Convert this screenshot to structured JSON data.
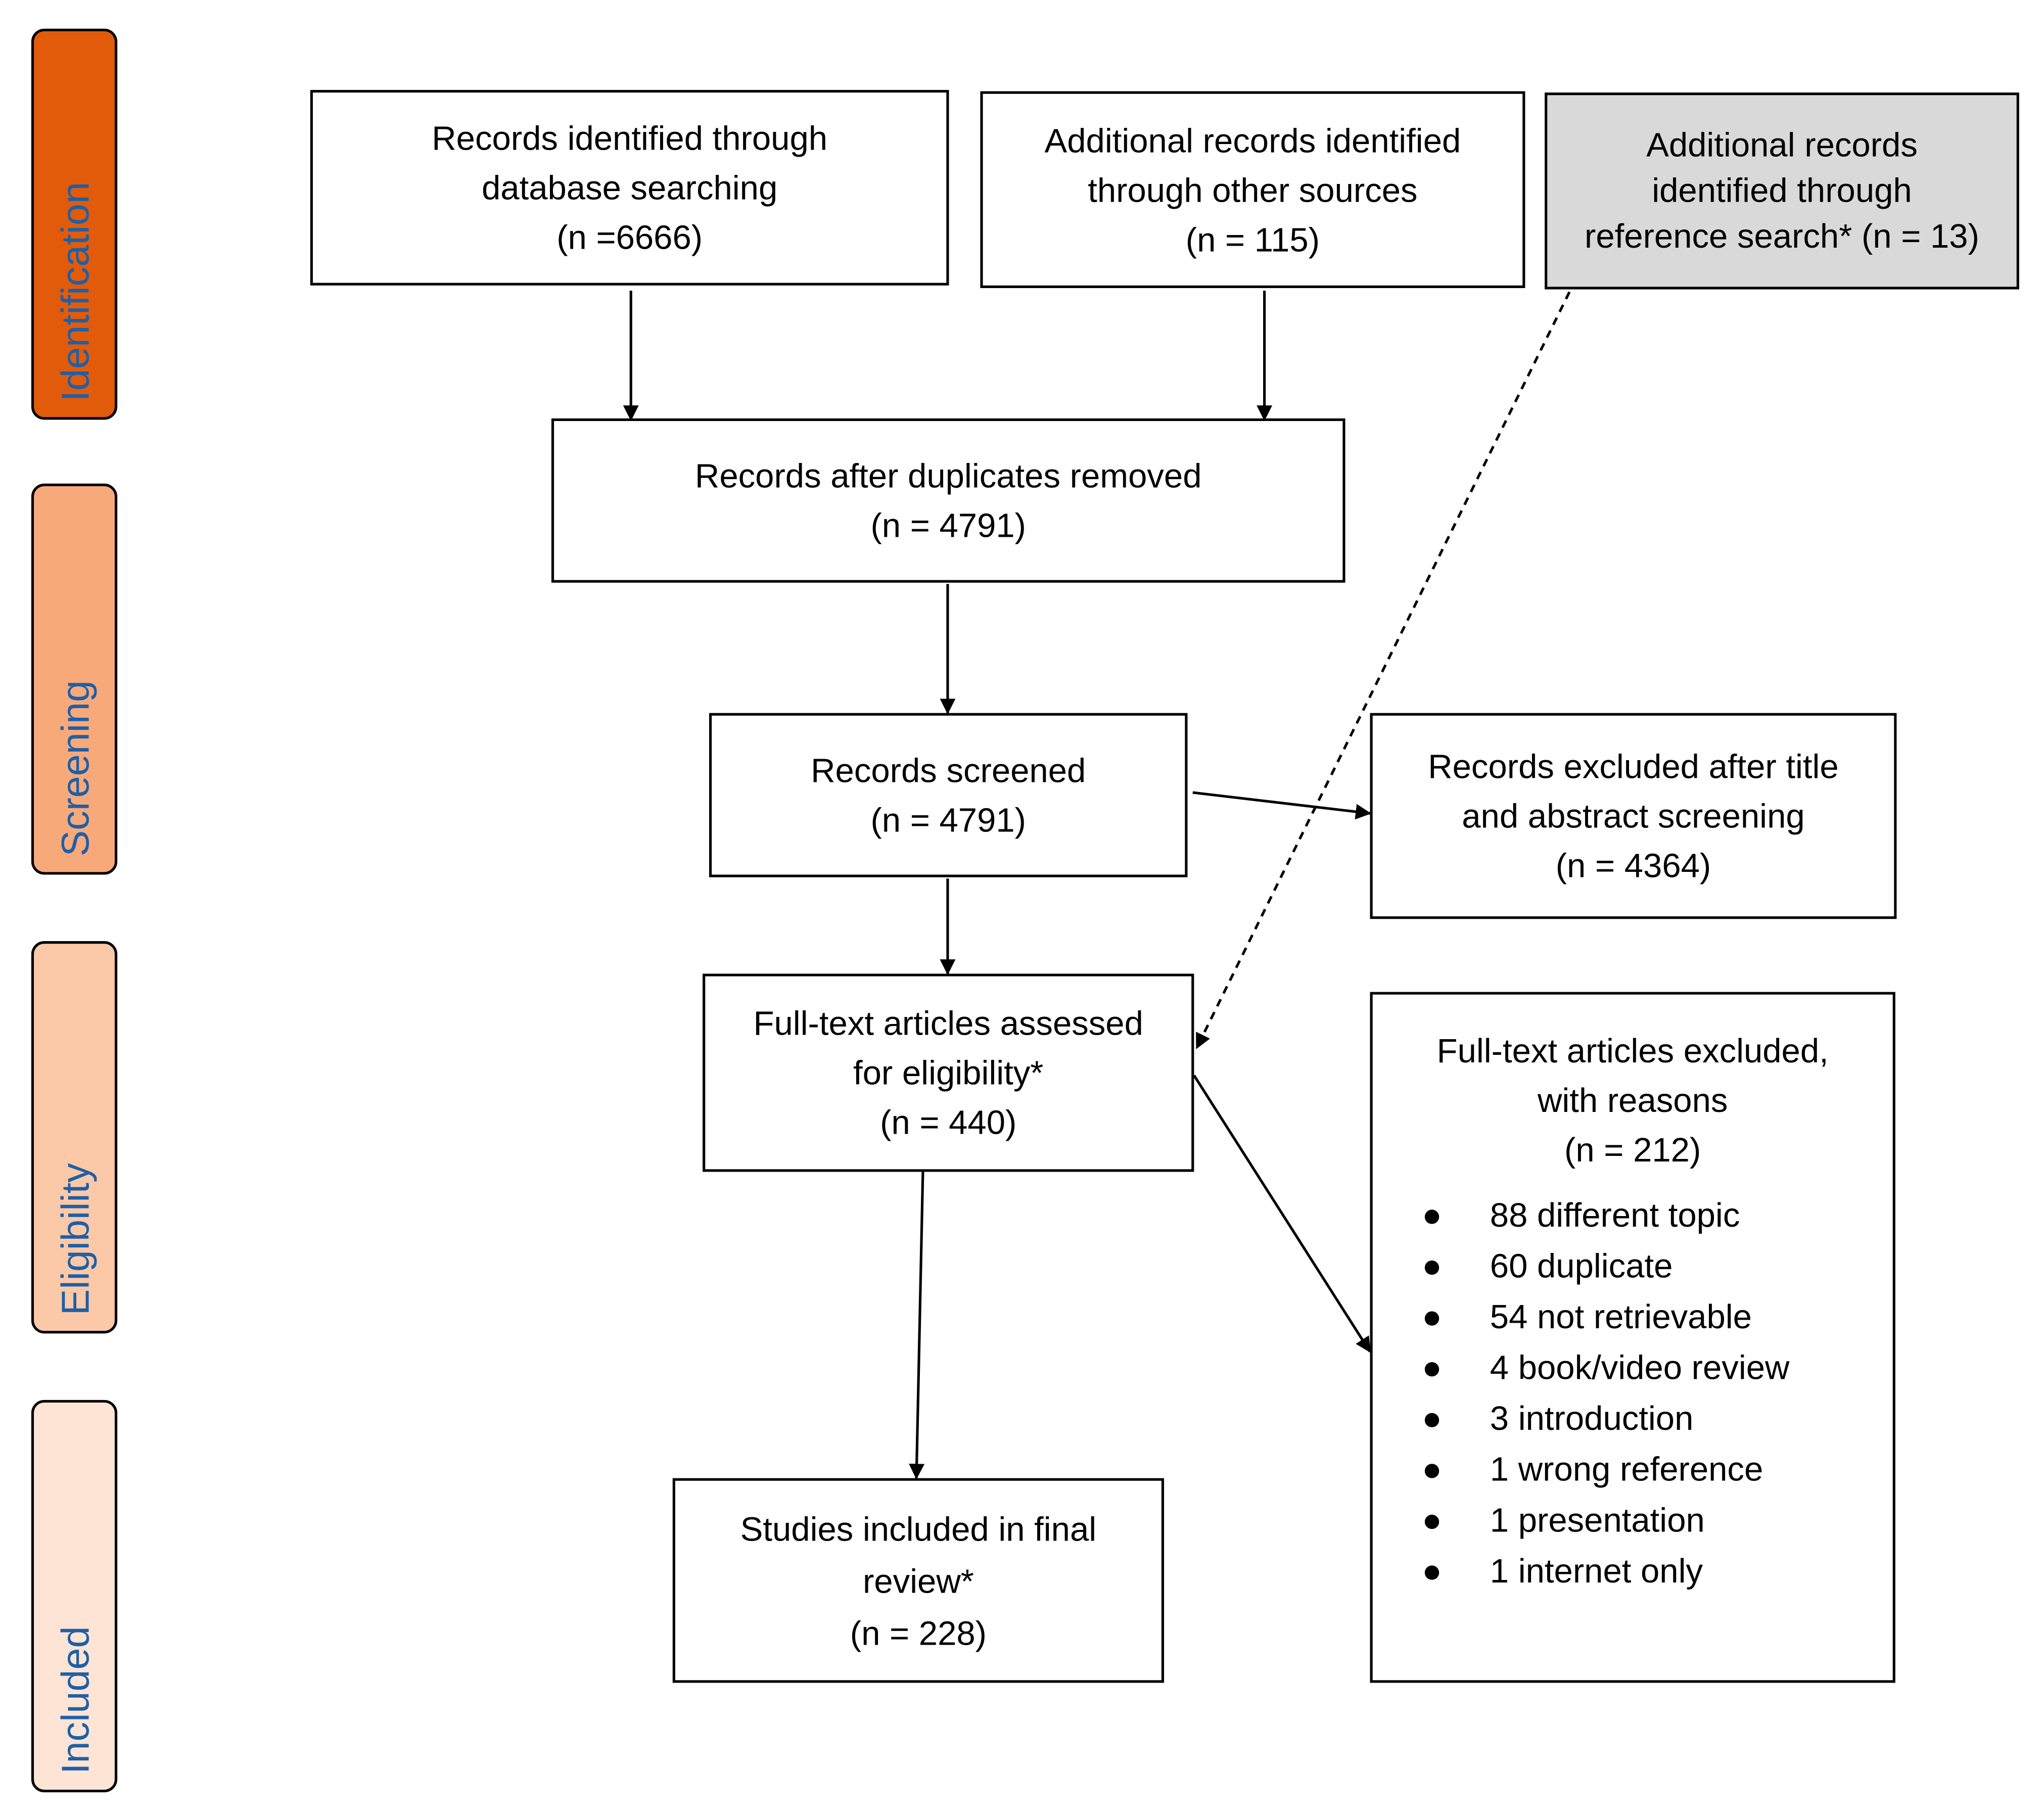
{
  "phases": [
    {
      "label": "Identification",
      "fill": "#e15b0a"
    },
    {
      "label": "Screening",
      "fill": "#f8a97a"
    },
    {
      "label": "Eligibility",
      "fill": "#fbc9a8"
    },
    {
      "label": "Included",
      "fill": "#fde4d4"
    }
  ],
  "boxes": {
    "database": {
      "line1": "Records identified through",
      "line2": "database searching",
      "line3": "(n =6666)"
    },
    "other_sources": {
      "line1": "Additional records identified",
      "line2": "through other sources",
      "line3": "(n = 115)"
    },
    "reference_search": {
      "line1": "Additional records",
      "line2": "identified through",
      "line3": "reference search* (n = 13)"
    },
    "duplicates_removed": {
      "line1": "Records after duplicates removed",
      "line2": "(n = 4791)"
    },
    "screened": {
      "line1": "Records screened",
      "line2": "(n = 4791)"
    },
    "excluded_title": {
      "line1": "Records excluded after title",
      "line2": "and abstract screening",
      "line3": "(n = 4364)"
    },
    "fulltext_assessed": {
      "line1": "Full-text articles assessed",
      "line2": "for eligibility*",
      "line3": "(n = 440)"
    },
    "fulltext_excluded": {
      "line1": "Full-text articles excluded,",
      "line2": "with reasons",
      "line3": "(n = 212)",
      "reasons": [
        "88 different topic",
        "60 duplicate",
        "54 not retrievable",
        "4 book/video review",
        "3 introduction",
        "1 wrong reference",
        "1 presentation",
        "1 internet only"
      ]
    },
    "included": {
      "line1": "Studies included in final",
      "line2": "review*",
      "line3": "(n = 228)"
    }
  },
  "colors": {
    "phase_label": "#1f5fa6",
    "reference_box_fill": "#d9d9d9",
    "border": "#000000"
  }
}
